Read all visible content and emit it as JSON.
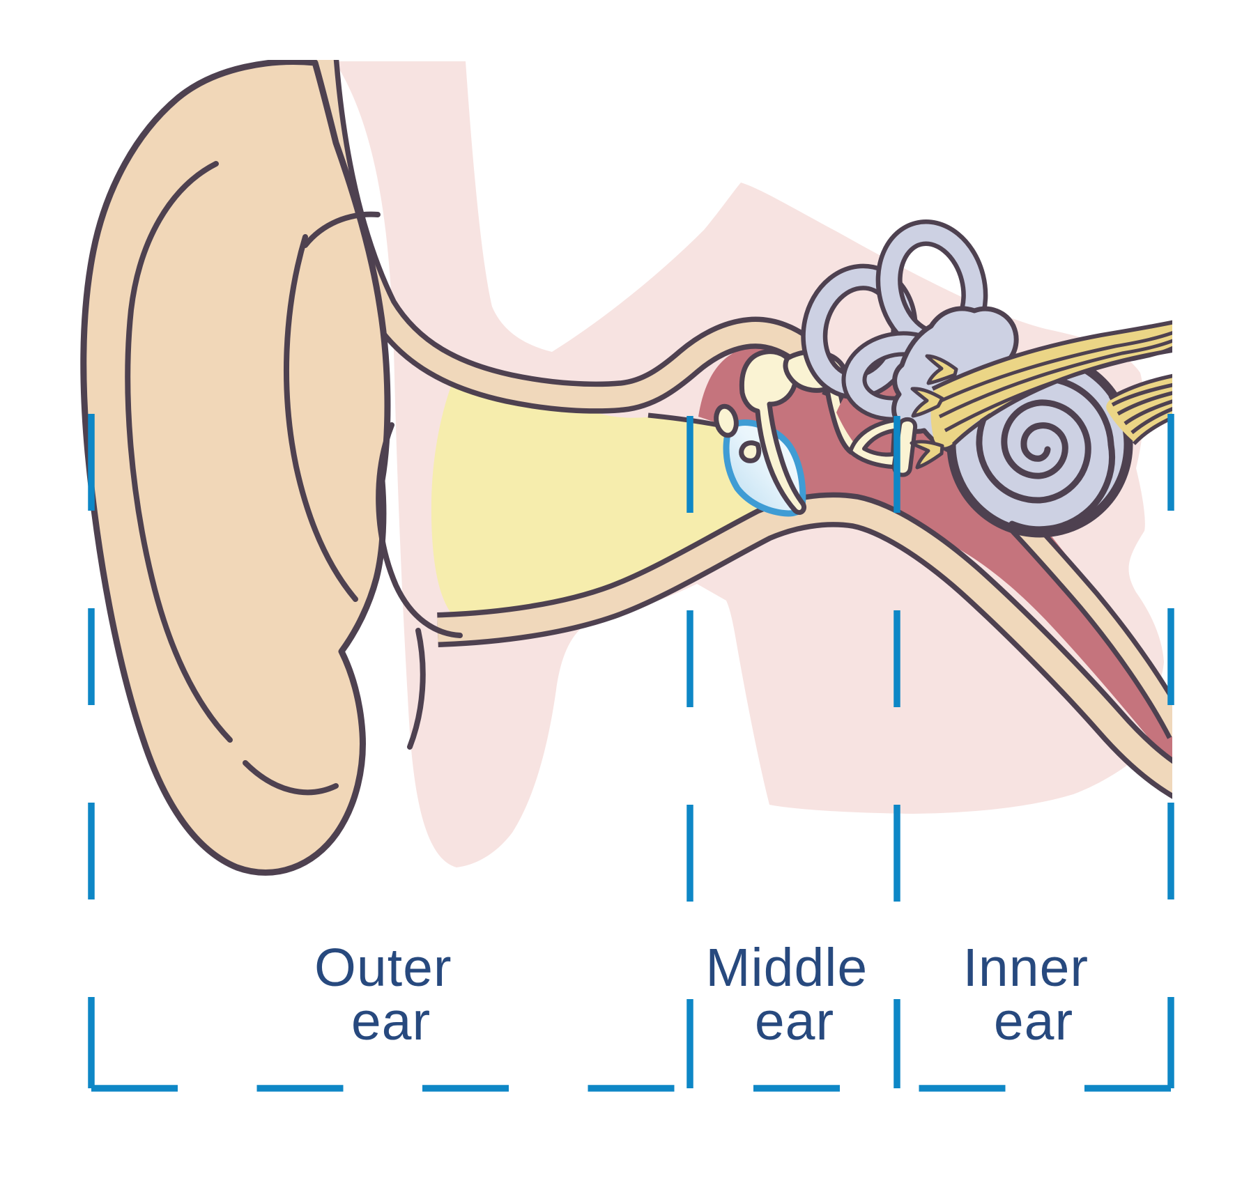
{
  "diagram": {
    "subject": "Cross-section anatomy of the human ear",
    "sections": [
      {
        "id": "outer",
        "word1": "Outer",
        "word2": "ear"
      },
      {
        "id": "middle",
        "word1": "Middle",
        "word2": "ear"
      },
      {
        "id": "inner",
        "word1": "Inner",
        "word2": "ear"
      }
    ],
    "parts_depicted": [
      "pinna",
      "ear-canal",
      "eardrum",
      "malleus",
      "incus",
      "stapes",
      "semicircular-canals",
      "vestibule",
      "cochlea",
      "auditory-nerve",
      "eustachian-tube",
      "head-tissue"
    ],
    "colors": {
      "background": "#ffffff",
      "head_tissue_pink": "#f7e3e1",
      "skin_peach": "#f0d8bb",
      "ear_canal_yellow": "#f6edad",
      "middle_ear_rose": "#c5747d",
      "bone_cream": "#faf3d3",
      "inner_ear_lavender": "#cdd1e3",
      "nerve_yellow": "#ebd586",
      "outline_dark": "#4e4150",
      "eardrum_blue": "#3f9cd4",
      "eardrum_fill_light": "#eaf6fc",
      "divider_blue": "#0e87c6",
      "label_navy": "#27497e"
    }
  }
}
